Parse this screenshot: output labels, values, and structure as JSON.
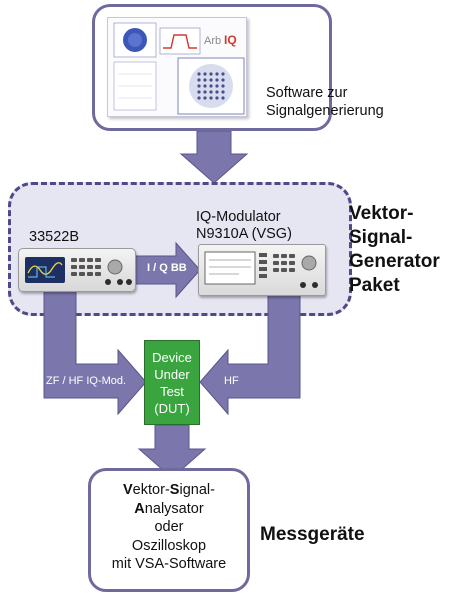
{
  "software": {
    "caption_line1": "Software zur",
    "caption_line2": "Signalgenerierung",
    "logo_prefix": "Arb",
    "logo_suffix": "IQ"
  },
  "package": {
    "label_lines": [
      "Vektor-",
      "Signal-",
      "Generator",
      "Paket"
    ]
  },
  "devices": {
    "awg_model": "33522B",
    "iq_modulator_label": "IQ-Modulator",
    "iq_modulator_model": "N9310A (VSG)"
  },
  "links": {
    "iq_bb": "I / Q BB",
    "zf_hf": "ZF / HF IQ-Mod.",
    "hf": "HF"
  },
  "dut": {
    "lines": [
      "Device",
      "Under",
      "Test",
      "(DUT)"
    ]
  },
  "analyzer": {
    "lines": [
      "Vektor-Signal-",
      "Analysator",
      "oder",
      "Oszilloskop",
      "mit VSA-Software"
    ],
    "group_label": "Messgeräte"
  },
  "colors": {
    "arrow": "#7b77ad",
    "package_border": "#4f4a87",
    "package_fill": "#e6e5f2",
    "dut": "#3aa53f"
  }
}
